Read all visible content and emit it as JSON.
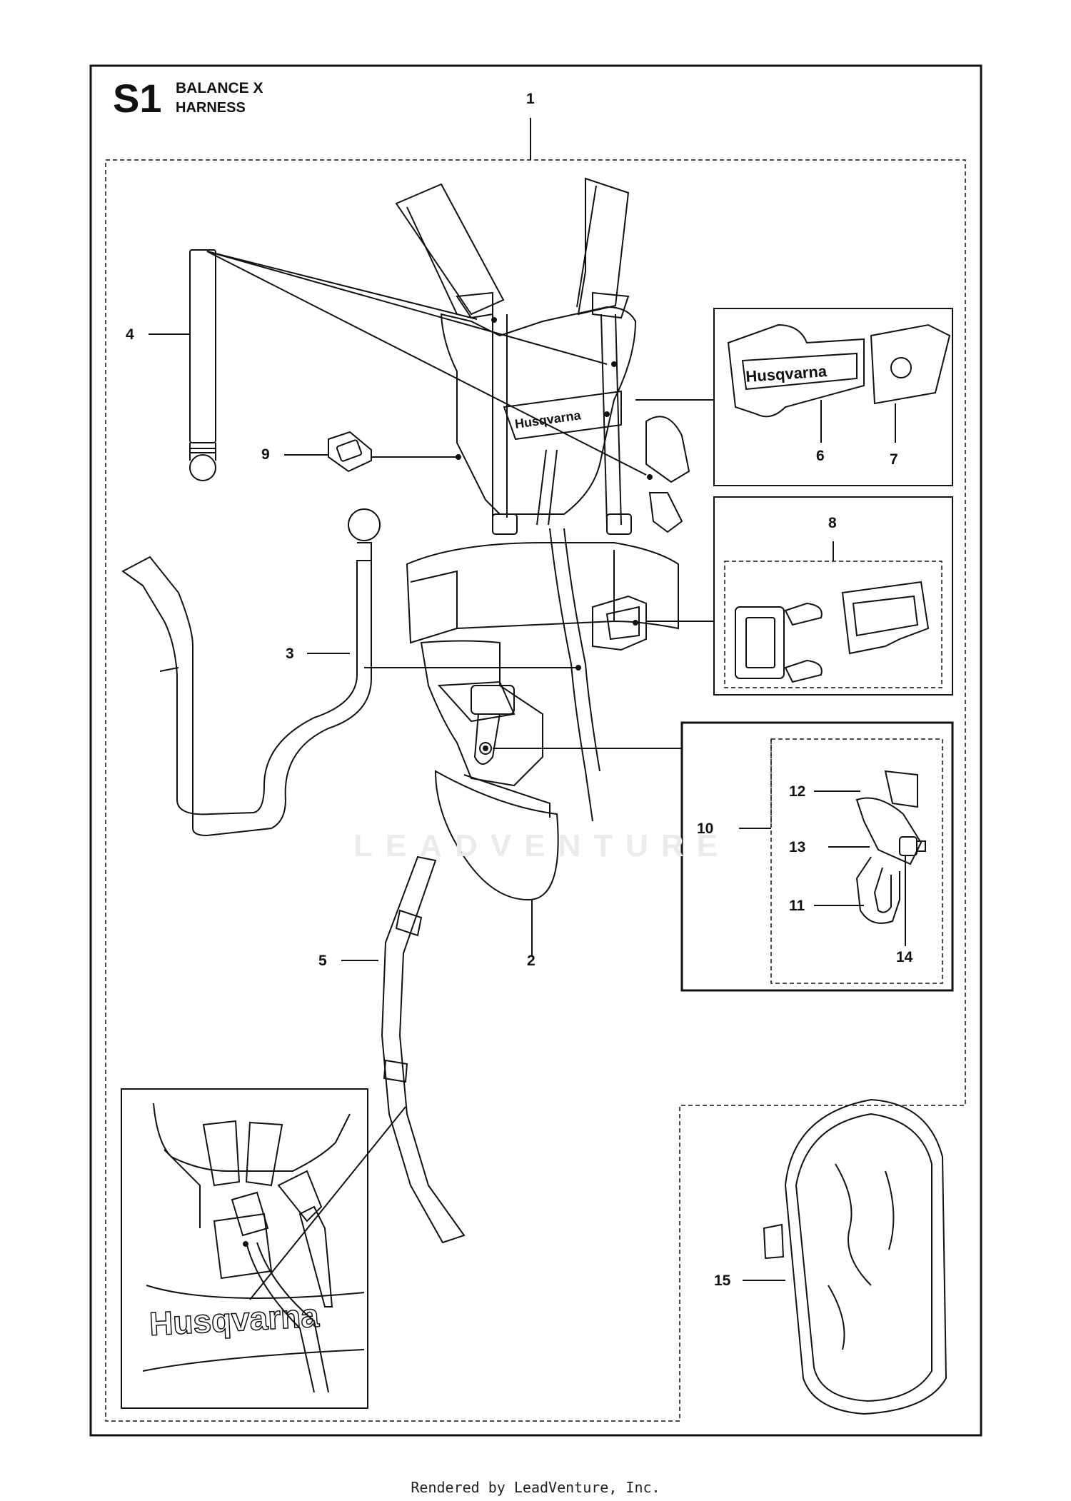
{
  "header": {
    "code": "S1",
    "title_line1": "BALANCE X",
    "title_line2": "HARNESS"
  },
  "callouts": [
    {
      "id": "c1",
      "label": "1"
    },
    {
      "id": "c2",
      "label": "2"
    },
    {
      "id": "c3",
      "label": "3"
    },
    {
      "id": "c4",
      "label": "4"
    },
    {
      "id": "c5",
      "label": "5"
    },
    {
      "id": "c6",
      "label": "6"
    },
    {
      "id": "c7",
      "label": "7"
    },
    {
      "id": "c8",
      "label": "8"
    },
    {
      "id": "c9",
      "label": "9"
    },
    {
      "id": "c10",
      "label": "10"
    },
    {
      "id": "c11",
      "label": "11"
    },
    {
      "id": "c12",
      "label": "12"
    },
    {
      "id": "c13",
      "label": "13"
    },
    {
      "id": "c14",
      "label": "14"
    },
    {
      "id": "c15",
      "label": "15"
    }
  ],
  "brand_text": "Husqvarna",
  "watermark": "LEADVENTURE",
  "footer": "Rendered by LeadVenture, Inc."
}
